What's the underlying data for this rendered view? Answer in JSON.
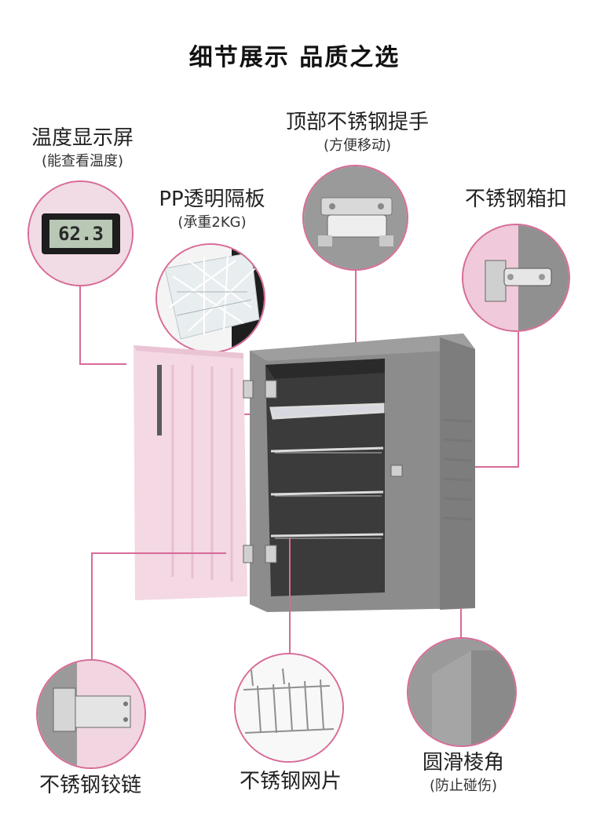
{
  "heading": "细节展示  品质之选",
  "callouts": {
    "display": {
      "title": "温度显示屏",
      "note": "(能查看温度)",
      "reading": "62.3"
    },
    "handle": {
      "title": "顶部不锈钢提手",
      "note": "(方便移动)"
    },
    "tray": {
      "title": "PP透明隔板",
      "note": "(承重2KG)"
    },
    "latch": {
      "title": "不锈钢箱扣"
    },
    "hinge": {
      "title": "不锈钢铰链"
    },
    "grid": {
      "title": "不锈钢网片"
    },
    "corner": {
      "title": "圆滑棱角",
      "note": "(防止碰伤)"
    }
  },
  "colors": {
    "accent": "#d86b98",
    "box_gray": "#8a8a8a",
    "door_pink": "#f4d8e4"
  }
}
